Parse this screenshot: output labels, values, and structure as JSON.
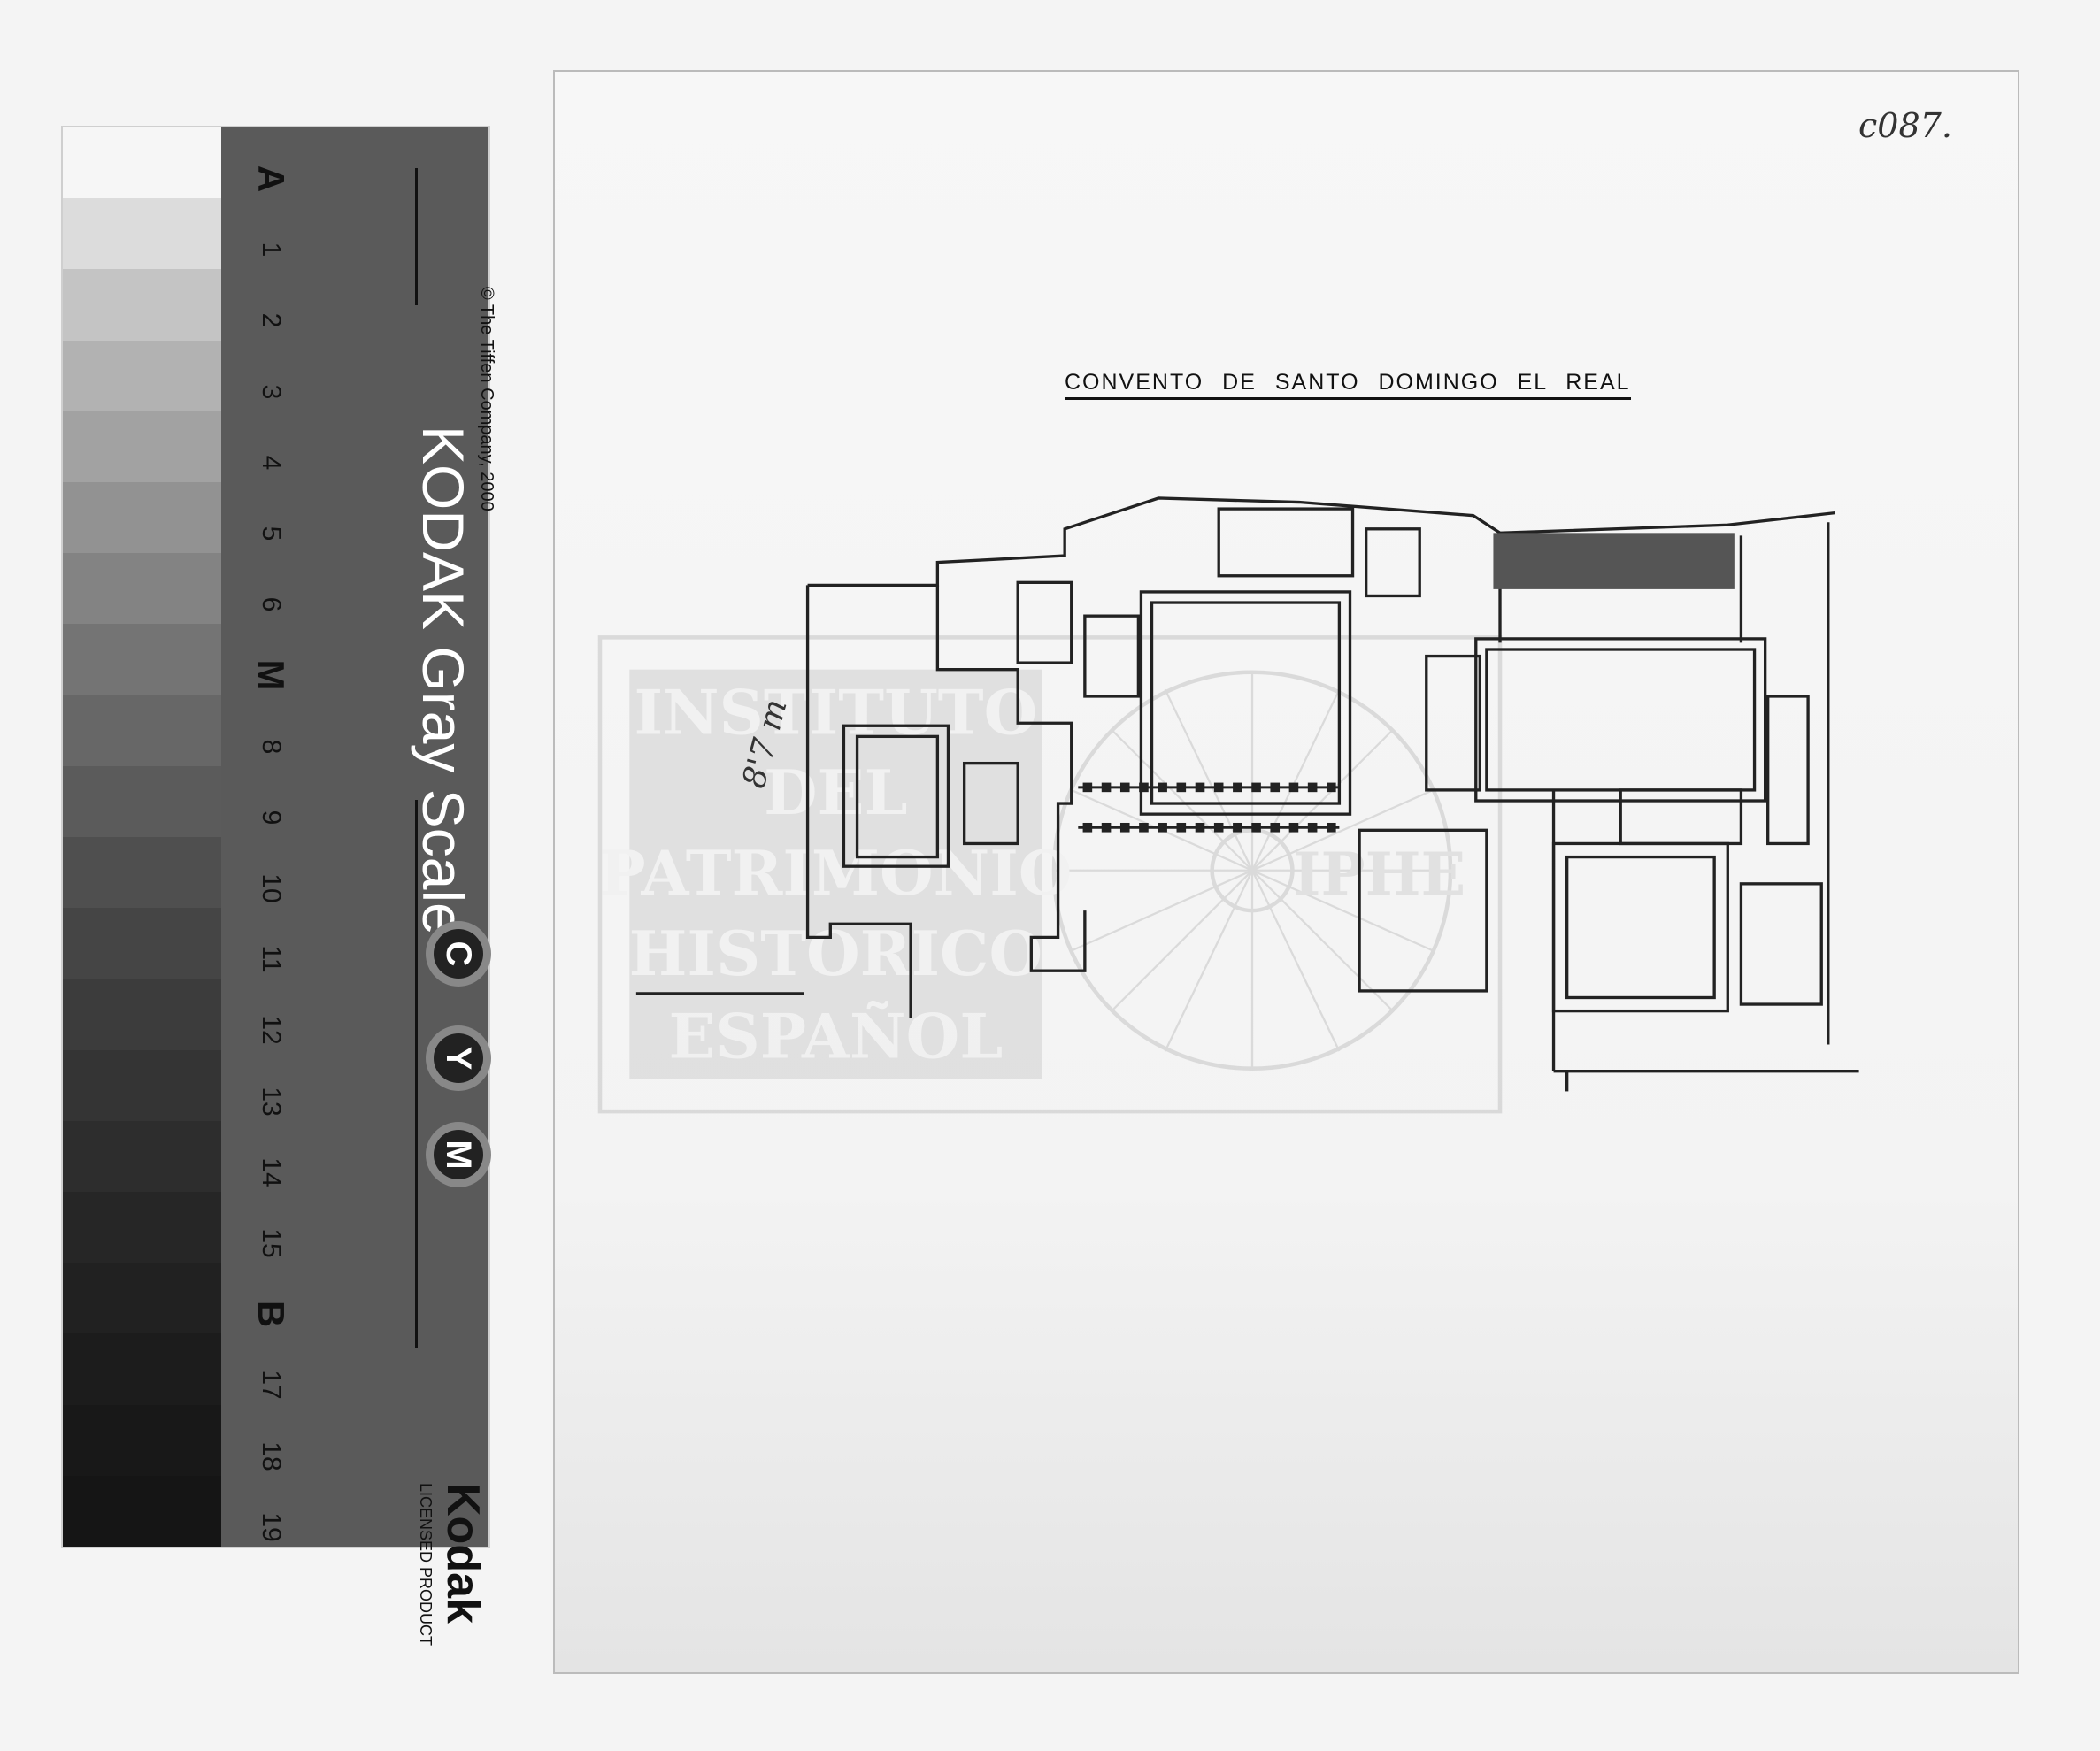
{
  "gray_card": {
    "title": "KODAK Gray Scale",
    "copyright": "© The Tiffen Company, 2000",
    "brand": "Kodak",
    "license": "LICENSED PRODUCT",
    "patch_labels": [
      "A",
      "1",
      "2",
      "3",
      "4",
      "5",
      "6",
      "M",
      "8",
      "9",
      "10",
      "11",
      "12",
      "13",
      "14",
      "15",
      "B",
      "17",
      "18",
      "19"
    ],
    "patch_colors": [
      "#f6f6f6",
      "#dcdcdc",
      "#c4c4c4",
      "#b2b2b2",
      "#a2a2a2",
      "#929292",
      "#838383",
      "#747474",
      "#676767",
      "#5b5b5b",
      "#4f4f4f",
      "#454545",
      "#3c3c3c",
      "#343434",
      "#2d2d2d",
      "#262626",
      "#212121",
      "#1c1c1c",
      "#181818",
      "#151515"
    ],
    "color_dots": [
      "C",
      "Y",
      "M"
    ]
  },
  "document": {
    "title": "CONVENTO DE SANTO DOMINGO EL REAL",
    "reference": "c087.",
    "handwritten_note": "8'7 m",
    "watermark": {
      "lines": [
        "INSTITUTO",
        "DEL",
        "PATRIMONIO",
        "HISTORICO",
        "ESPAÑOL"
      ],
      "logo": "IPHE"
    }
  }
}
